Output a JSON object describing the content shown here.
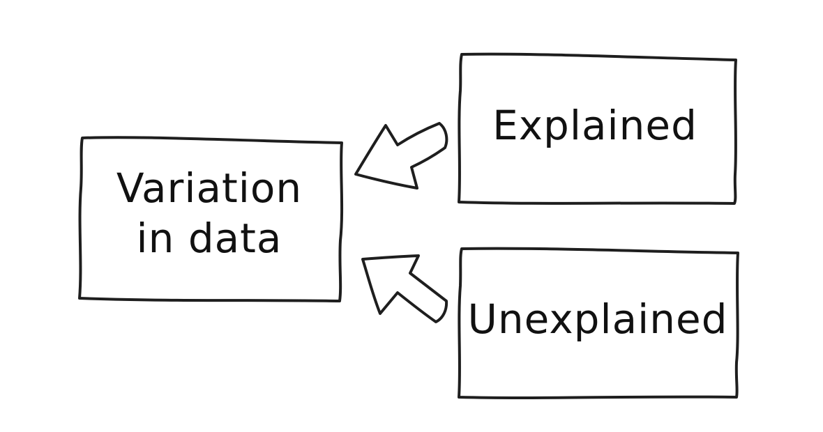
{
  "diagram": {
    "target": {
      "label_line_1": "Variation",
      "label_line_2": "in data"
    },
    "sources": [
      {
        "label": "Explained"
      },
      {
        "label": "Unexplained"
      }
    ],
    "colors": {
      "stroke": "#1e1e1e",
      "fill": "#ffffff",
      "text": "#111111"
    }
  }
}
